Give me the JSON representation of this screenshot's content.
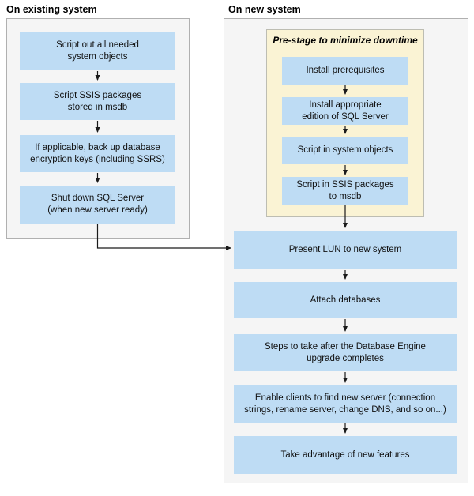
{
  "diagram": {
    "title_left": "On existing system",
    "title_right": "On new system"
  },
  "existing_system": {
    "title": "On existing system",
    "steps": [
      {
        "label": "Script out all needed\nsystem objects"
      },
      {
        "label": "Script SSIS packages\nstored in msdb"
      },
      {
        "label": "If applicable, back up database\nencryption keys (including SSRS)"
      },
      {
        "label": "Shut down SQL Server\n(when new server ready)"
      }
    ]
  },
  "new_system": {
    "title": "On new system",
    "prestage": {
      "title": "Pre-stage to minimize downtime",
      "steps": [
        {
          "label": "Install prerequisites"
        },
        {
          "label": "Install appropriate\nedition of SQL Server"
        },
        {
          "label": "Script in system objects"
        },
        {
          "label": "Script in SSIS packages\nto msdb"
        }
      ]
    },
    "steps": [
      {
        "label": "Present LUN to new system"
      },
      {
        "label": "Attach databases"
      },
      {
        "label": "Steps to take after the Database Engine\nupgrade completes"
      },
      {
        "label": "Enable clients to find new server (connection\nstrings, rename server, change DNS, and so on...)"
      },
      {
        "label": "Take advantage of new features"
      }
    ]
  },
  "colors": {
    "step_box_blue": "#bedcf4",
    "prestage_yellow": "#faf3d4",
    "panel_background": "#f5f5f5",
    "panel_border": "#b0b0b0",
    "arrow": "#1a1a1a",
    "page_background": "#ffffff"
  }
}
